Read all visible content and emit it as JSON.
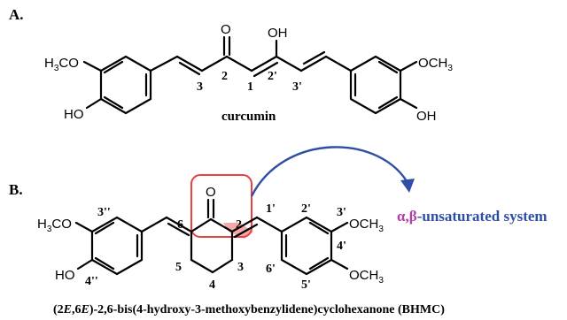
{
  "colors": {
    "highlight_box": "#e8413f",
    "highlight_fill": "#f4a8a8",
    "arrow": "#2f4ea6",
    "greek": "#b13fa6",
    "system_text": "#2f4ea6"
  },
  "panel_a": {
    "label": "A.",
    "compound_name": "curcumin",
    "atoms": {
      "methoxy_left": "H3CO",
      "methoxy_left_sub": "3",
      "oxygen": "O",
      "hydroxyl_enol": "OH",
      "hydroxyl_left": "HO",
      "methoxy_right": "OCH3",
      "hydroxyl_right": "OH"
    },
    "numbering": {
      "c3": "3",
      "c2": "2",
      "c1": "1",
      "c2p": "2'",
      "c3p": "3'"
    }
  },
  "panel_b": {
    "label": "B.",
    "atoms": {
      "methoxy_left": "H3CO",
      "hydroxyl_left": "HO",
      "oxygen": "O",
      "methoxy_right_top": "OCH3",
      "methoxy_right_bottom": "OCH3"
    },
    "numbering": {
      "c3pp": "3''",
      "c4pp": "4''",
      "c6": "6",
      "c5": "5",
      "c4": "4",
      "c3": "3",
      "c2": "2",
      "c1p": "1'",
      "c2p": "2'",
      "c3p": "3'",
      "c4p": "4'",
      "c5p": "5'",
      "c6p": "6'"
    },
    "system_label": {
      "greek": "α,β",
      "rest": "-unsaturated system"
    },
    "compound_name": "(2E,6E)-2,6-bis(4-hydroxy-3-methoxybenzylidene)cyclohexanone (BHMC)",
    "compound_name_parts": {
      "p1": "(2",
      "e1": "E",
      "p2": ",6",
      "e2": "E",
      "p3": ")-2,6-bis(4-hydroxy-3-methoxybenzylidene)cyclohexanone (BHMC)"
    }
  }
}
